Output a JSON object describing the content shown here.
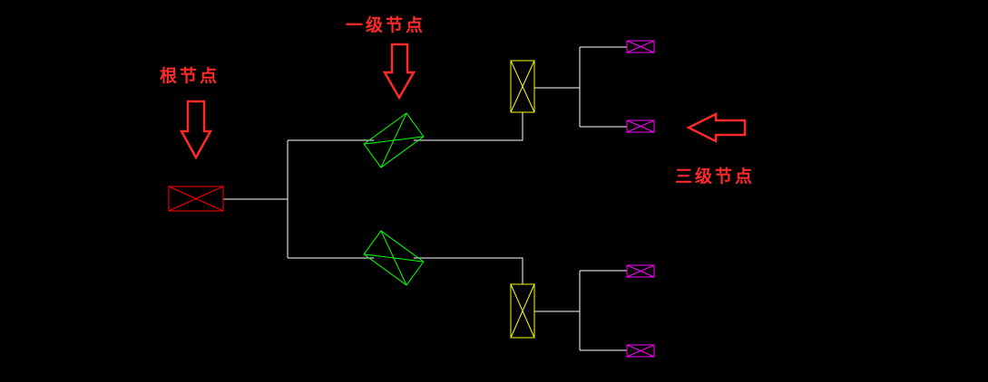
{
  "labels": {
    "root": "根节点",
    "level1": "一级节点",
    "level3": "三级节点"
  },
  "colors": {
    "background": "#000000",
    "root": "#ff0000",
    "level1": "#00ff00",
    "level2": "#ffff00",
    "level3": "#ff00ff",
    "connector": "#ffffff",
    "annotation": "#ff2a2a"
  },
  "icons": {
    "node_symbol": "crossed-rectangle",
    "arrow": "hollow-block-arrow"
  }
}
